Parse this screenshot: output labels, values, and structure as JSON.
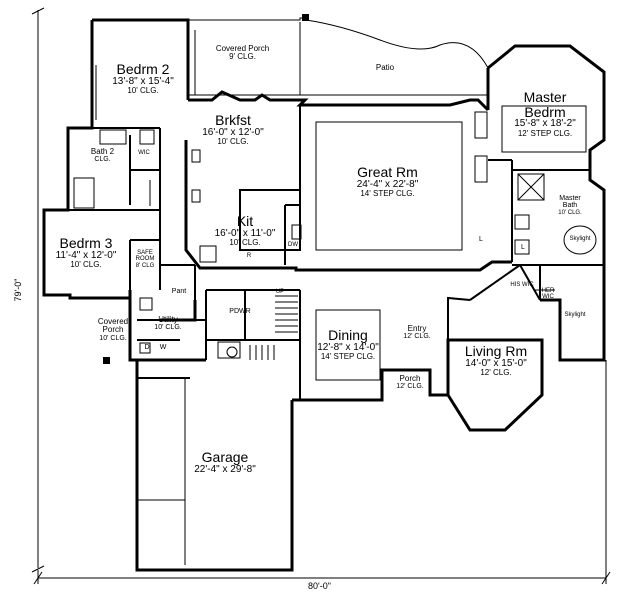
{
  "rooms": {
    "bedrm2": {
      "name": "Bedrm 2",
      "size": "13'-8\" x 15'-4\"",
      "ceiling": "10' CLG."
    },
    "covered_porch_top": {
      "name": "Covered Porch",
      "ceiling": "9' CLG."
    },
    "patio": {
      "name": "Patio"
    },
    "master_bedrm": {
      "name": "Master Bedrm",
      "size": "15'-8\" x 18'-2\"",
      "ceiling": "12' STEP CLG."
    },
    "brkfst": {
      "name": "Brkfst",
      "size": "16'-0\" x 12'-0\"",
      "ceiling": "10' CLG."
    },
    "great_rm": {
      "name": "Great Rm",
      "size": "24'-4\" x 22'-8\"",
      "ceiling": "14' STEP CLG."
    },
    "bath2": {
      "name": "Bath 2",
      "ceiling": "CLG."
    },
    "wic": {
      "name": "WIC"
    },
    "master_bath": {
      "name": "Master Bath",
      "ceiling": "10' CLG."
    },
    "skylight1": {
      "name": "Skylight"
    },
    "kit": {
      "name": "Kit",
      "size": "16'-0\" x 11'-0\"",
      "ceiling": "10' CLG."
    },
    "dw": {
      "name": "DW"
    },
    "r": {
      "name": "R"
    },
    "l1": {
      "name": "L"
    },
    "l2": {
      "name": "L"
    },
    "bedrm3": {
      "name": "Bedrm 3",
      "size": "11'-4\" x 12'-0\"",
      "ceiling": "10' CLG."
    },
    "safe_room": {
      "name": "SAFE ROOM",
      "ceiling": "8' CLG"
    },
    "pant": {
      "name": "Pant"
    },
    "his_wic": {
      "name": "HIS WIC"
    },
    "her_wic": {
      "name": "HER WIC"
    },
    "skylight2": {
      "name": "Skylight"
    },
    "pdwr": {
      "name": "PDWR"
    },
    "up": {
      "name": "UP"
    },
    "covered_porch_side": {
      "name": "Covered Porch",
      "ceiling": "10' CLG."
    },
    "utility": {
      "name": "Utility",
      "ceiling": "10' CLG."
    },
    "d": {
      "name": "D"
    },
    "w": {
      "name": "W"
    },
    "dining": {
      "name": "Dining",
      "size": "12'-8\" x 14'-0\"",
      "ceiling": "14' STEP CLG."
    },
    "entry": {
      "name": "Entry",
      "ceiling": "12' CLG."
    },
    "living_rm": {
      "name": "Living Rm",
      "size": "14'-0\" x 15'-0\"",
      "ceiling": "12' CLG."
    },
    "porch_front": {
      "name": "Porch",
      "ceiling": "12' CLG."
    },
    "garage": {
      "name": "Garage",
      "size": "22'-4\" x 29'-8\""
    }
  },
  "dimensions": {
    "width": "80'-0\"",
    "depth": "79'-0\""
  }
}
